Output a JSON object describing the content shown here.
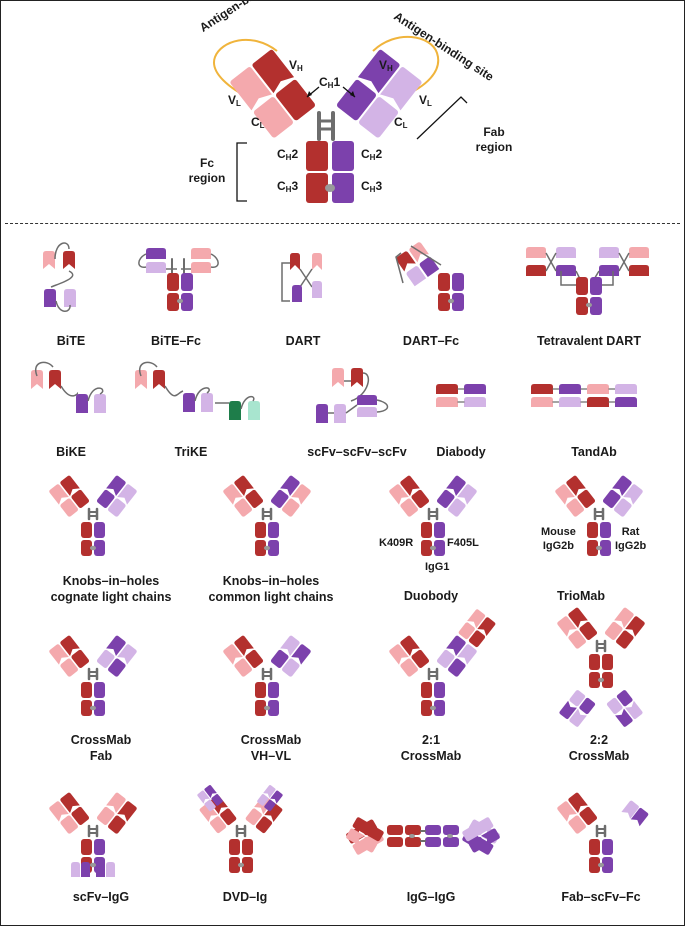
{
  "colors": {
    "heavy": "#b3302e",
    "light_red": "#f4a9ad",
    "purple": "#7c41ac",
    "light_purple": "#d3b4e6",
    "green": "#1e7d4a",
    "mint": "#a8e5cf",
    "hinge": "#6d6d6d",
    "antigen_loop": "#f0b43c",
    "text": "#1a1a1a"
  },
  "top": {
    "antigen_left": "Antigen-binding site",
    "antigen_right": "Antigen-binding site",
    "vh_left": "V",
    "vh_left_sub": "H",
    "vh_right": "V",
    "vh_right_sub": "H",
    "vl_left": "V",
    "vl_left_sub": "L",
    "vl_right": "V",
    "vl_right_sub": "L",
    "ch1": "C",
    "ch1_sub": "H",
    "ch1_num": "1",
    "cl_left": "C",
    "cl_left_sub": "L",
    "cl_right": "C",
    "cl_right_sub": "L",
    "ch2_left": "C",
    "ch2_sub": "H",
    "ch2_num": "2",
    "ch3_num": "3",
    "fab_region": "Fab region",
    "fc_region": "Fc region"
  },
  "formats": {
    "bite": "BiTE",
    "bite_fc": "BiTE–Fc",
    "dart": "DART",
    "dart_fc": "DART–Fc",
    "tetravalent_dart": "Tetravalent DART",
    "bike": "BiKE",
    "trike": "TriKE",
    "scfv3": "scFv–scFv–scFv",
    "diabody": "Diabody",
    "tandab": "TandAb",
    "kih_cognate_1": "Knobs–in–holes",
    "kih_cognate_2": "cognate light chains",
    "kih_common_1": "Knobs–in–holes",
    "kih_common_2": "common light chains",
    "duobody": "Duobody",
    "duobody_k409r": "K409R",
    "duobody_f405l": "F405L",
    "duobody_igg1": "IgG1",
    "triomab": "TrioMab",
    "triomab_mouse_1": "Mouse",
    "triomab_mouse_2": "IgG2b",
    "triomab_rat_1": "Rat",
    "triomab_rat_2": "IgG2b",
    "crossmab_fab_1": "CrossMab",
    "crossmab_fab_2": "Fab",
    "crossmab_vhvl_1": "CrossMab",
    "crossmab_vhvl_2": "VH–VL",
    "crossmab21_1": "2:1",
    "crossmab21_2": "CrossMab",
    "crossmab22_1": "2:2",
    "crossmab22_2": "CrossMab",
    "scfv_igg": "scFv–IgG",
    "dvd_ig": "DVD–Ig",
    "igg_igg": "IgG–IgG",
    "fab_scfv_fc": "Fab–scFv–Fc"
  }
}
